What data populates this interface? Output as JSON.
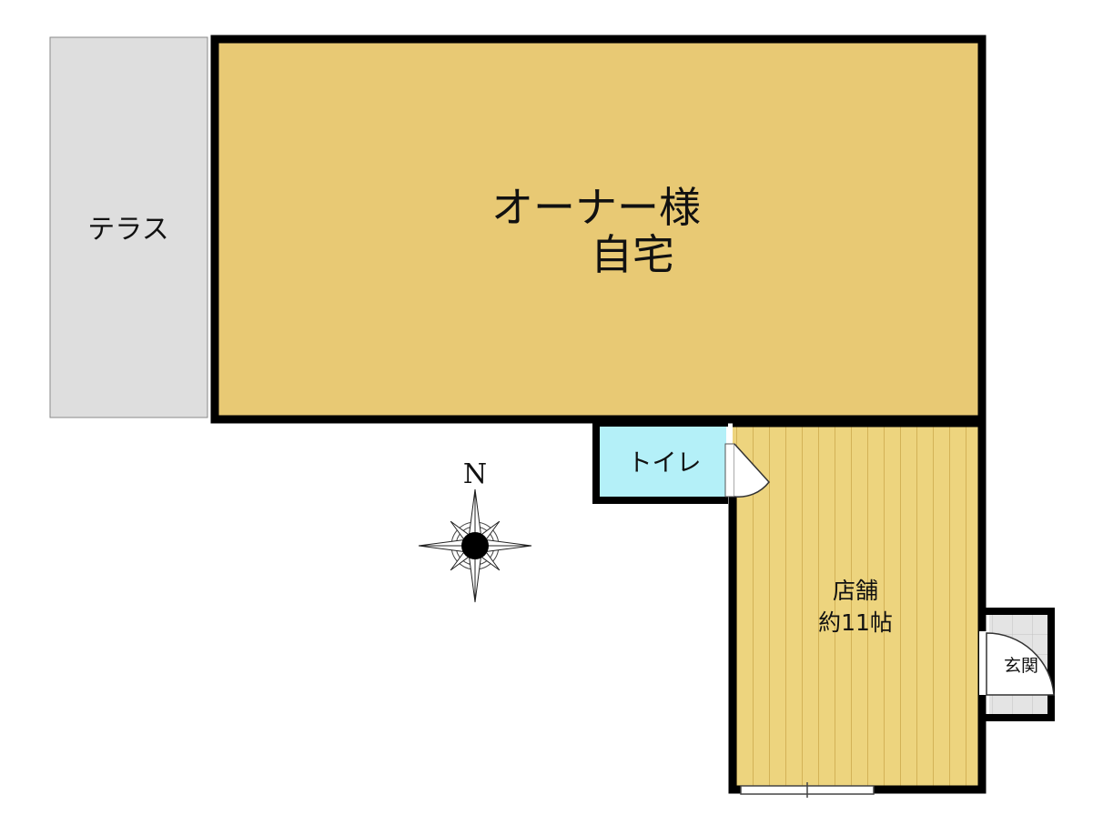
{
  "rooms": {
    "terrace": "テラス",
    "owner_home_line1": "オーナー様",
    "owner_home_line2": "自宅",
    "toilet": "トイレ",
    "shop_line1": "店舗",
    "shop_line2": "約11帖",
    "entrance": "玄関"
  },
  "compass": {
    "north_label": "N"
  },
  "colors": {
    "terrace": "#dedede",
    "owner_home": "#e8c974",
    "toilet": "#b4f0f8",
    "shop_floor": "#edd47e",
    "wall": "#000000",
    "entrance_tile": "#e4e4e4"
  }
}
